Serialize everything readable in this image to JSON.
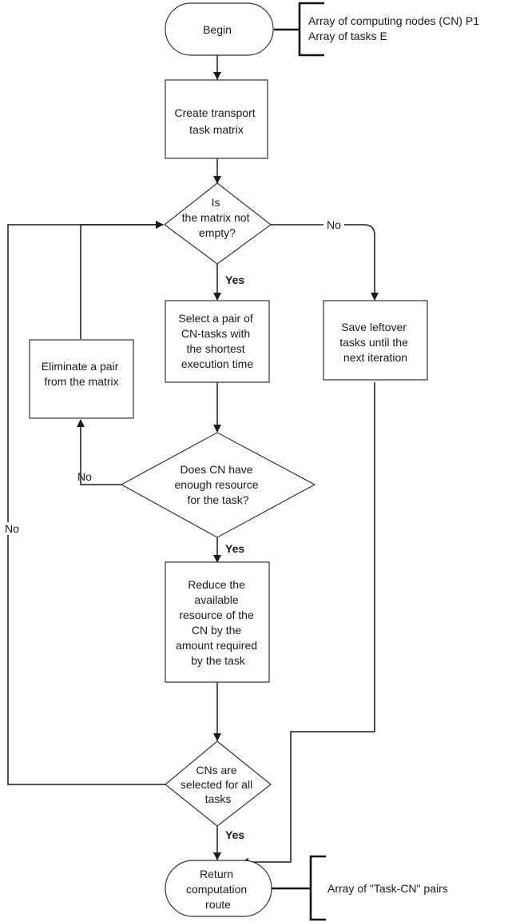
{
  "nodes": {
    "begin": [
      "Begin"
    ],
    "create_matrix": [
      "Create transport",
      "task matrix"
    ],
    "matrix_not_empty": [
      "Is",
      "the matrix not",
      "empty?"
    ],
    "select_pair": [
      "Select a pair of",
      "CN-tasks with",
      "the shortest",
      "execution time"
    ],
    "save_leftover": [
      "Save leftover",
      "tasks until the",
      "next iteration"
    ],
    "eliminate_pair": [
      "Eliminate a pair",
      "from the matrix"
    ],
    "enough_resource": [
      "Does CN have",
      "enough resource",
      "for the task?"
    ],
    "reduce_resource": [
      "Reduce the",
      "available",
      "resource of the",
      "CN by the",
      "amount required",
      "by the task"
    ],
    "cns_selected": [
      "CNs are",
      "selected for all",
      "tasks"
    ],
    "return_route": [
      "Return",
      "computation",
      "route"
    ]
  },
  "annotations": {
    "inputs": [
      "Array of computing nodes (CN) P1",
      "Array of tasks E"
    ],
    "output": [
      "Array of \"Task-CN\" pairs"
    ]
  },
  "edge_labels": {
    "matrix_yes": "Yes",
    "matrix_no": "No",
    "resource_no": "No",
    "resource_yes": "Yes",
    "cns_no": "No",
    "cns_yes": "Yes"
  }
}
